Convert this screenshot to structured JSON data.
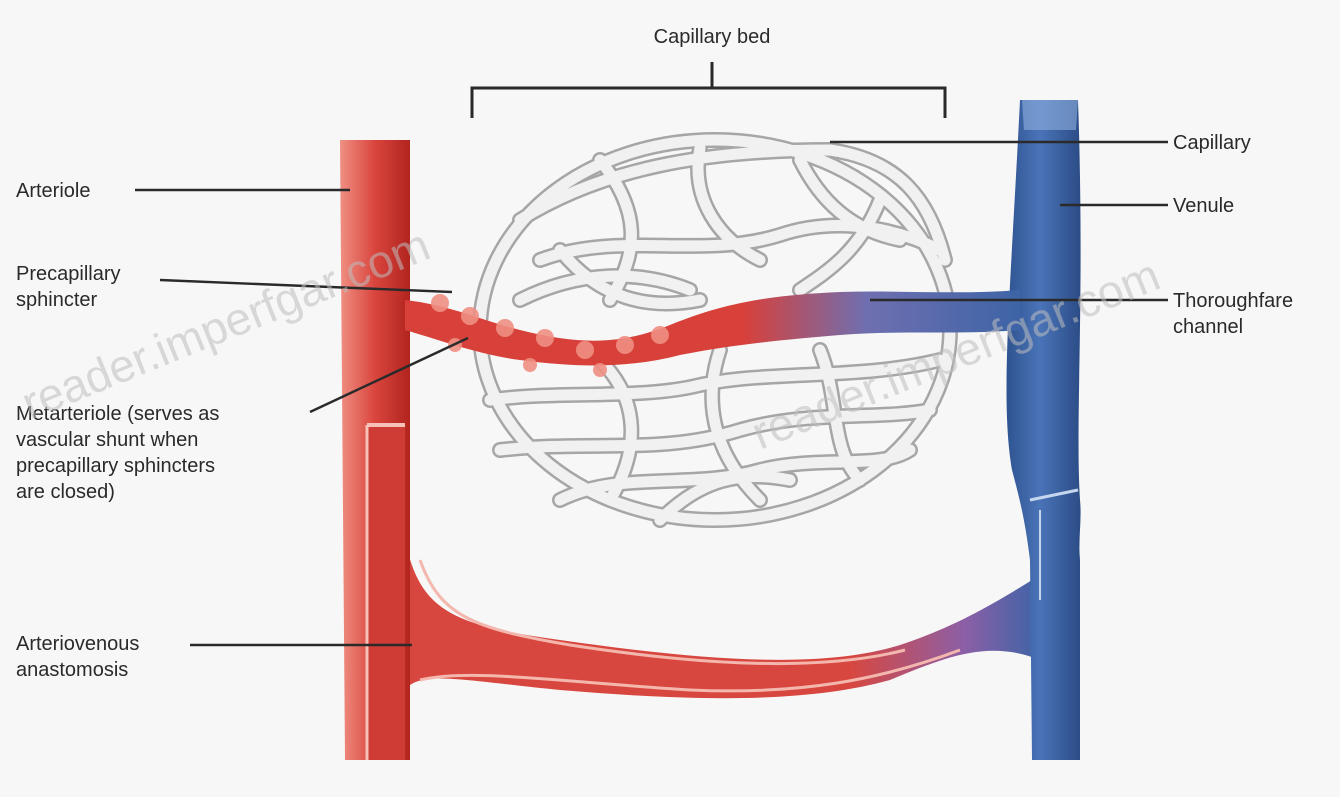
{
  "labels": {
    "capillary_bed": "Capillary bed",
    "capillary": "Capillary",
    "venule": "Venule",
    "arteriole": "Arteriole",
    "precapillary_1": "Precapillary",
    "precapillary_2": "sphincter",
    "thoroughfare_1": "Thoroughfare",
    "thoroughfare_2": "channel",
    "metarteriole_1": "Metarteriole (serves as",
    "metarteriole_2": "vascular shunt when",
    "metarteriole_3": "precapillary sphincters",
    "metarteriole_4": "are closed)",
    "anastomosis_1": "Arteriovenous",
    "anastomosis_2": "anastomosis"
  },
  "watermarks": {
    "left": "reader.imperfgar.com",
    "right": "reader.imperfgar.com"
  },
  "colors": {
    "arterial": "#d8473f",
    "arterial_light": "#ec8c80",
    "venous": "#3d64a6",
    "venous_light": "#8fb0df",
    "capillary": "#eaeaea",
    "capillary_stroke": "#a9a9a9",
    "leader": "#2a2a2a"
  }
}
